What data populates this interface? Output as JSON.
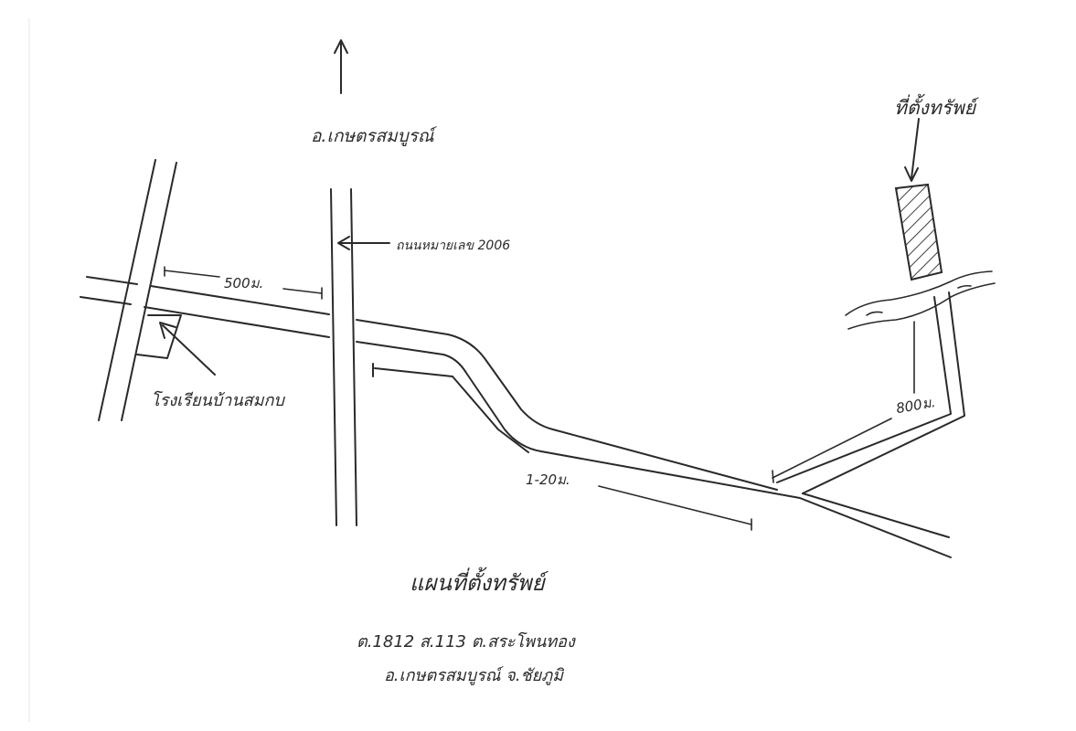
{
  "labels": {
    "north_district": "อ.เกษตรสมบูรณ์",
    "road_number": "ถนนหมายเลข 2006",
    "school": "โรงเรียนบ้านสมกบ",
    "property_location": "ที่ตั้งทรัพย์",
    "distance_500": "500ม.",
    "distance_120": "1-20ม.",
    "distance_800": "800ม.",
    "map_title": "แผนที่ตั้งทรัพย์",
    "address_line_1": "ต.1812 ส.113 ต.สระโพนทอง",
    "address_line_2": "อ.เกษตรสมบูรณ์ จ.ชัยภูมิ"
  },
  "colors": {
    "ink": "#2a2a2a",
    "paper": "#ffffff"
  }
}
